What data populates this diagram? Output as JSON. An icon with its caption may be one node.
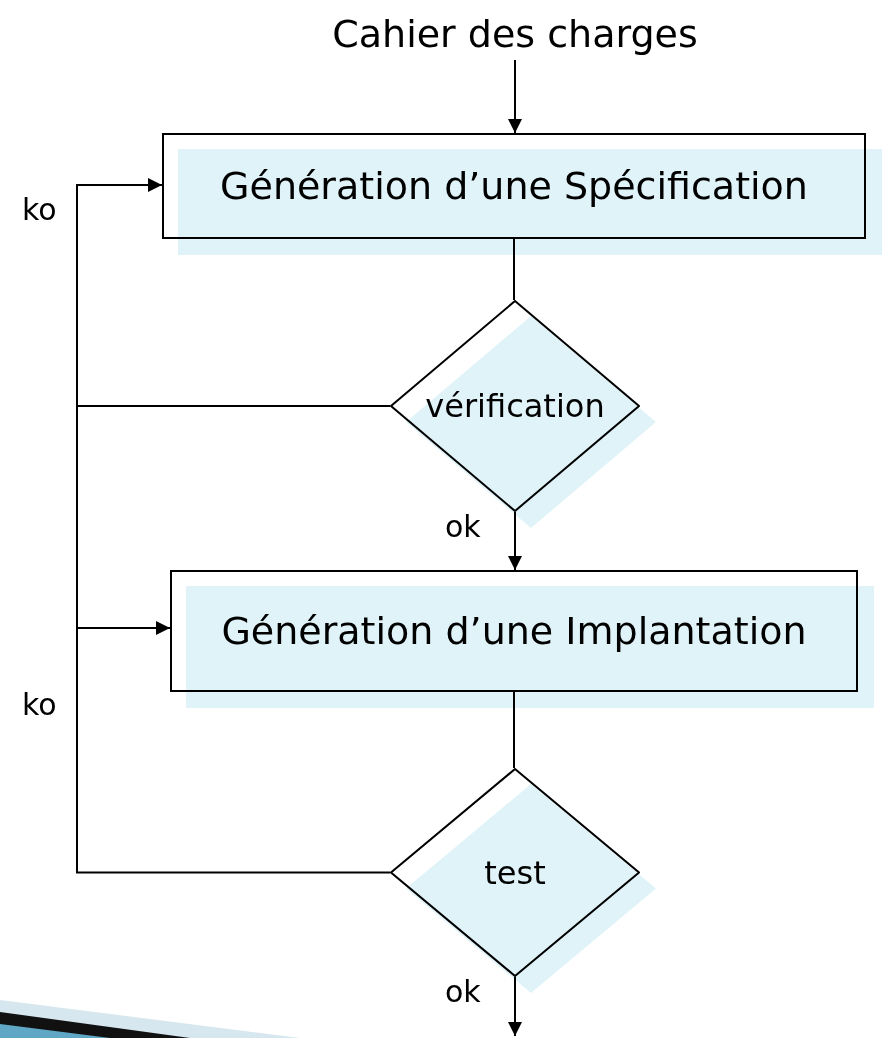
{
  "diagram": {
    "nodes": [
      {
        "text": [
          "Cahier des charges"
        ]
      },
      {
        "text": [
          "Génération d’une Spécification"
        ]
      },
      {
        "text": [
          "vérification"
        ]
      },
      {
        "text": [
          "Génération d’une Implantation"
        ]
      },
      {
        "text": [
          "test"
        ]
      }
    ],
    "edges": [
      {
        "from": 0,
        "to": 1,
        "arrow": "to"
      },
      {
        "from": 1,
        "to": 2,
        "arrow": "none"
      },
      {
        "from": 2,
        "to": 3,
        "arrow": "to",
        "label": "ok"
      },
      {
        "from": 3,
        "to": 4,
        "arrow": "none"
      },
      {
        "from": 4,
        "to": null,
        "arrow": "to",
        "label": "ok"
      },
      {
        "from": 2,
        "to": 1,
        "arrow": "to",
        "label": "ko"
      },
      {
        "from": 4,
        "to": 3,
        "arrow": "to",
        "label": "ko"
      }
    ]
  }
}
